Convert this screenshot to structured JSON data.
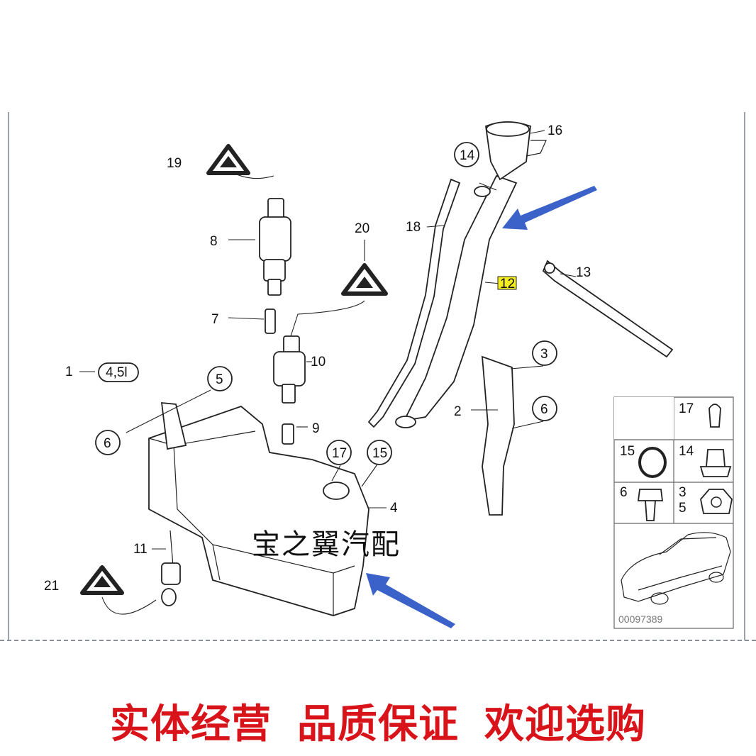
{
  "callouts": {
    "c1": "1",
    "c2": "2",
    "c3": "3",
    "c4": "4",
    "c5": "5",
    "c6a": "6",
    "c6b": "6",
    "c7": "7",
    "c8": "8",
    "c9": "9",
    "c10": "10",
    "c11": "11",
    "c12": "12",
    "c13": "13",
    "c14": "14",
    "c15": "15",
    "c16": "16",
    "c17": "17",
    "c18": "18",
    "c19": "19",
    "c20": "20",
    "c21": "21"
  },
  "capacity_label": "4,5l",
  "legend": {
    "l17": "17",
    "l15": "15",
    "l14": "14",
    "l6": "6",
    "l3": "3",
    "l5": "5",
    "ref": "00097389"
  },
  "watermark": "宝之翼汽配",
  "banner": [
    "实体经营",
    "品质保证",
    "欢迎选购"
  ],
  "colors": {
    "arrow": "#3a62c8",
    "highlight": "#f5ef21",
    "banner": "#d8141a"
  }
}
